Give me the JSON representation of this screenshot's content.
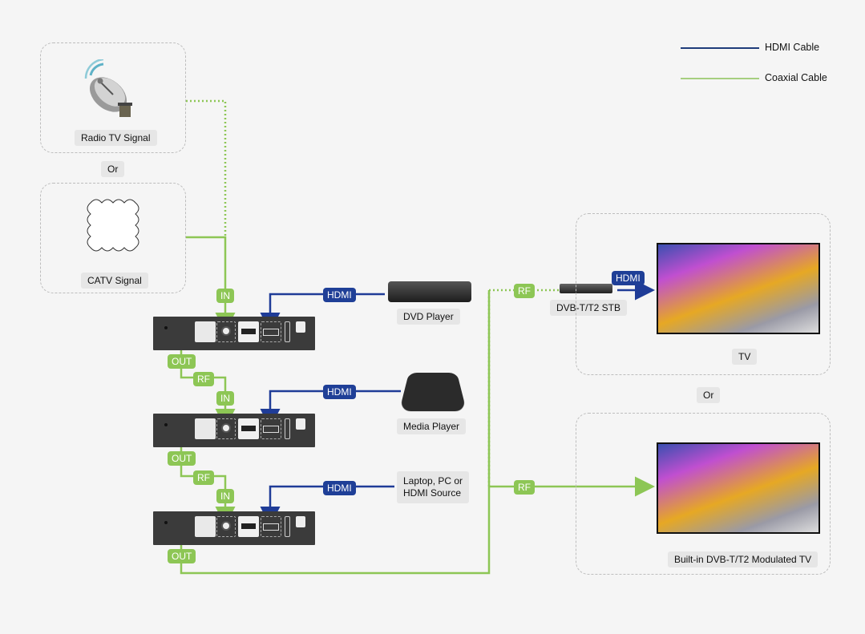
{
  "legend": {
    "items": [
      {
        "label": "HDMI Cable",
        "color": "#1f3c7a"
      },
      {
        "label": "Coaxial Cable",
        "color": "#8dc655"
      }
    ]
  },
  "sources": {
    "radio": {
      "label": "Radio TV Signal",
      "icon": "satellite-dish-icon"
    },
    "or_label": "Or",
    "catv": {
      "label": "CATV Signal",
      "icon": "cloud-icon"
    }
  },
  "modulators": [
    {
      "in_label": "IN",
      "out_label": "OUT",
      "rf_label": "RF",
      "hdmi_label": "HDMI",
      "source": "DVD Player"
    },
    {
      "in_label": "IN",
      "out_label": "OUT",
      "rf_label": "RF",
      "hdmi_label": "HDMI",
      "source": "Media Player"
    },
    {
      "in_label": "IN",
      "out_label": "OUT",
      "hdmi_label": "HDMI",
      "source_line1": "Laptop, PC or",
      "source_line2": "HDMI Source"
    }
  ],
  "outputs": {
    "stb": {
      "rf_label": "RF",
      "label": "DVB-T/T2 STB",
      "hdmi_label": "HDMI"
    },
    "tv": {
      "label": "TV"
    },
    "or_label": "Or",
    "modulated_tv": {
      "rf_label": "RF",
      "label": "Built-in DVB-T/T2 Modulated TV"
    }
  },
  "colors": {
    "hdmi": "#1f3c97",
    "coax": "#8dc655",
    "background": "#f5f5f5"
  }
}
